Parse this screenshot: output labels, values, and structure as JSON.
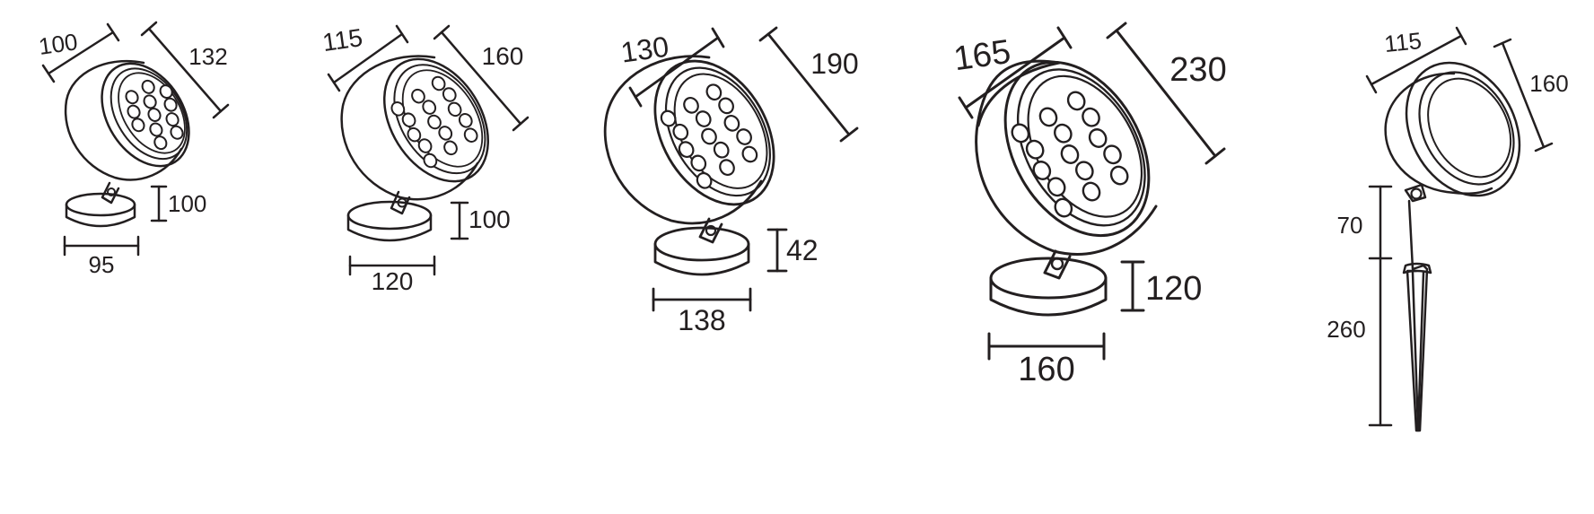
{
  "colors": {
    "ink": "#231f20",
    "background": "#ffffff"
  },
  "fixtures": [
    {
      "id": "spot-1",
      "mount": "base",
      "led_count": 12,
      "dims": {
        "diameter": "100",
        "length": "132",
        "base_height": "100",
        "base_width": "95"
      }
    },
    {
      "id": "spot-2",
      "mount": "base",
      "led_count": 15,
      "dims": {
        "diameter": "115",
        "length": "160",
        "base_height": "100",
        "base_width": "120"
      }
    },
    {
      "id": "spot-3",
      "mount": "base",
      "led_count": 15,
      "dims": {
        "diameter": "130",
        "length": "190",
        "base_height": "42",
        "base_width": "138"
      }
    },
    {
      "id": "spot-4",
      "mount": "base",
      "led_count": 15,
      "dims": {
        "diameter": "165",
        "length": "230",
        "base_height": "120",
        "base_width": "160"
      }
    },
    {
      "id": "spike-spot",
      "mount": "spike",
      "led_count": 0,
      "dims": {
        "diameter": "115",
        "length": "160",
        "upper_height": "70",
        "spike_length": "260"
      }
    }
  ]
}
